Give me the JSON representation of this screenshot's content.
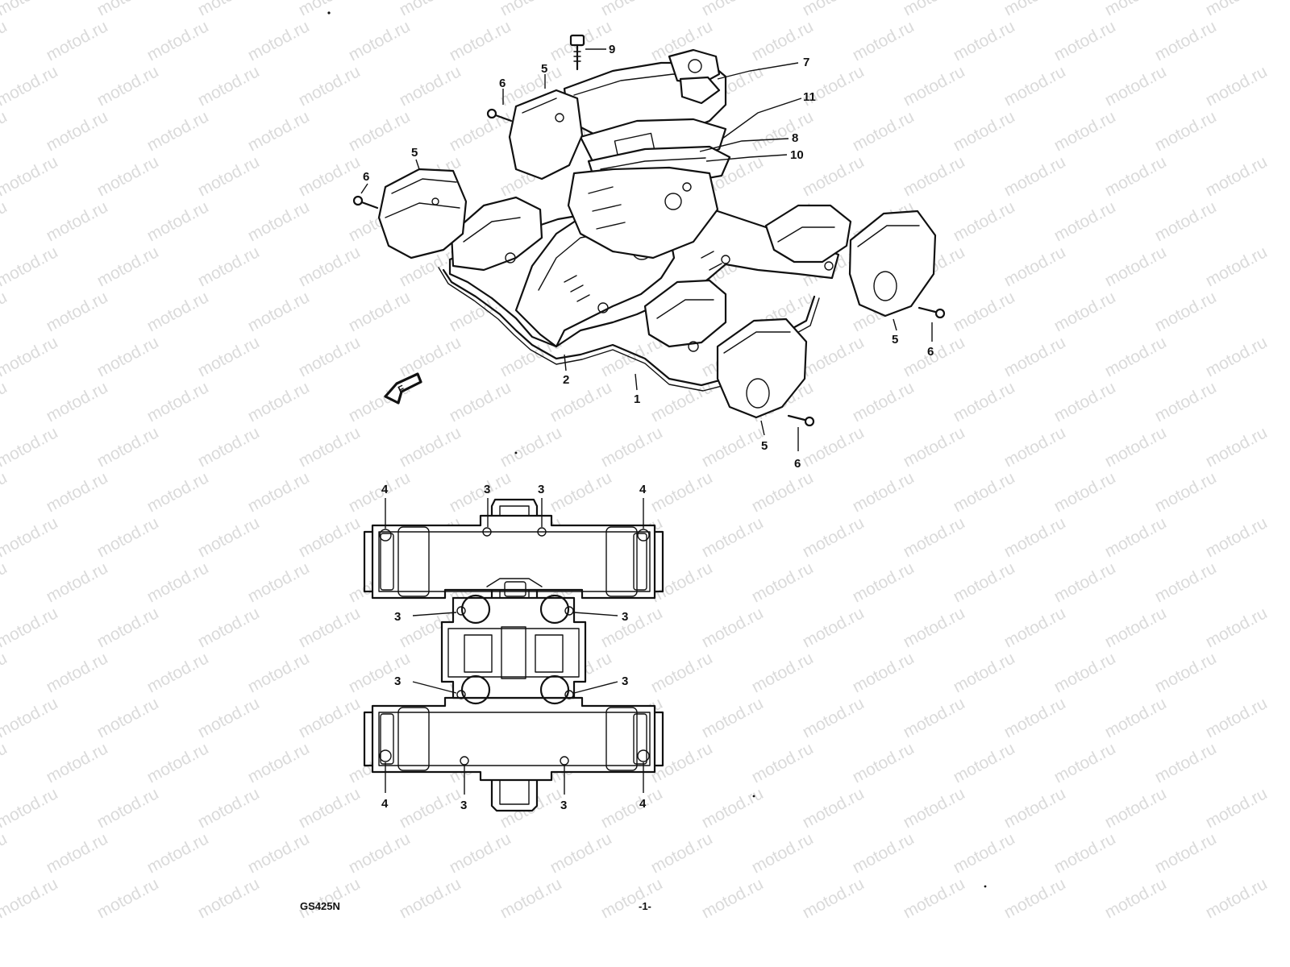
{
  "watermark": "motod.ru",
  "diagram": {
    "model_code": "GS425N",
    "page_number": "-1-",
    "arrow_label": "F",
    "callouts": {
      "c1": "1",
      "c2": "2",
      "c3": "3",
      "c4": "4",
      "c5": "5",
      "c6": "6",
      "c7": "7",
      "c8": "8",
      "c9": "9",
      "c10": "10",
      "c11": "11"
    }
  }
}
